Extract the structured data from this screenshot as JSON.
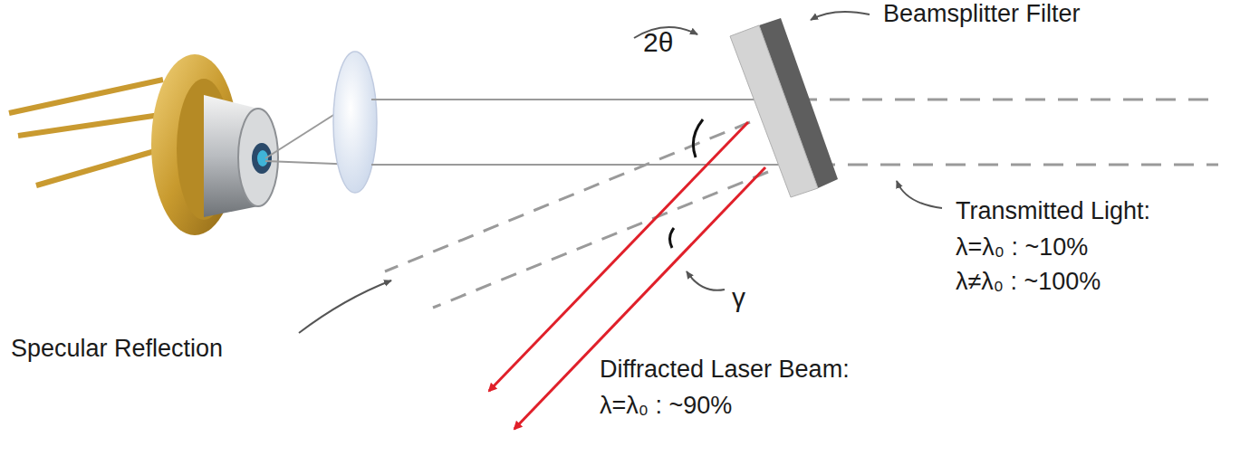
{
  "diagram": {
    "labels": [
      "Beamsplitter Filter",
      "2θ",
      "Transmitted Light:",
      "λ=λ₀ : ~10%",
      "λ≠λ₀ : ~100%",
      "Specular Reflection",
      "γ",
      "Diffracted Laser Beam:",
      "λ=λ₀ : ~90%"
    ]
  }
}
